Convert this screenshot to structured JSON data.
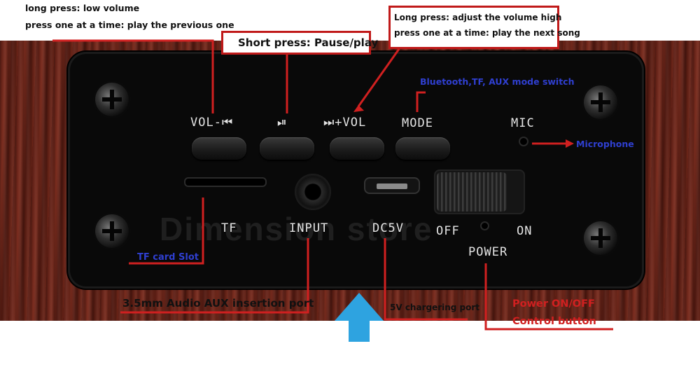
{
  "panel_labels": {
    "vol_minus": "VOL-⏮",
    "play_pause": "⏯",
    "next_vol_plus": "⏭+VOL",
    "mode": "MODE",
    "mic": "MIC",
    "tf": "TF",
    "input": "INPUT",
    "dc5v": "DC5V",
    "off": "OFF",
    "on": "ON",
    "power": "POWER"
  },
  "watermark": "Dimension store",
  "annotations": {
    "left_line1": "long press: low volume",
    "left_line2": "press one at a time: play the previous one",
    "short_press": "Short press: Pause/play",
    "right_line1": "Long press: adjust the volume high",
    "right_line2": "press one at a time: play the next song",
    "mode_switch": "Bluetooth,TF, AUX mode switch",
    "microphone": "Microphone",
    "tf_slot": "TF card Slot",
    "aux_port": "3.5mm Audio AUX insertion port",
    "charging_port": "5V chargering port",
    "power_line1": "Power ON/OFF",
    "power_line2": "Control button"
  },
  "colors": {
    "annotation_red": "#d02020",
    "annotation_blue": "#2f3fd0",
    "indicator_arrow": "#2ea3e0"
  }
}
